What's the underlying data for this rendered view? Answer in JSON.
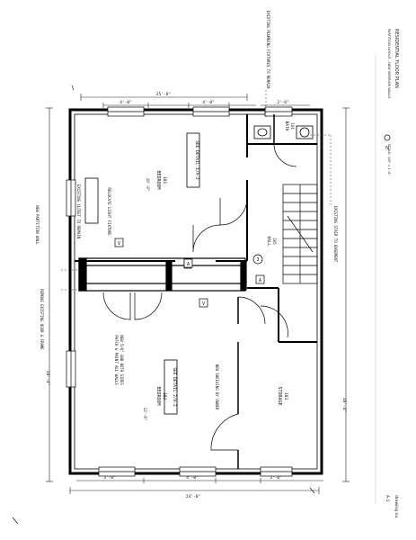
{
  "title_block": {
    "sheet_title": "RESIDENTIAL FLOOR PLAN",
    "project_line": "PARTITION LAYOUT - NEW INTERIOR WALLS",
    "scale_note": "SCALE: 1/8\" = 1'-0\"",
    "north_label": "N"
  },
  "rooms": [
    {
      "name": "BEDROOM",
      "number": "101"
    },
    {
      "name": "BEDROOM",
      "number": "102"
    },
    {
      "name": "STORAGE",
      "number": "103"
    },
    {
      "name": "BATH",
      "number": "104"
    },
    {
      "name": "HALL",
      "number": "105"
    }
  ],
  "notes": {
    "new_wall_note": "NEW PARTITION WALL",
    "existing_note": "EXISTING CLOSET TO REMAIN",
    "demo_note": "REMOVE EXISTING DOOR & FRAME",
    "bath_note": "EXISTING PLUMBING FIXTURES TO REMAIN",
    "stair_note": "EXISTING STAIR TO BASEMENT",
    "fixture_note": "RELOCATE LIGHT FIXTURE",
    "finish_a": "PATCH & PAINT ALL WALLS",
    "finish_b": "NEW 5/8\" GWB BOTH SIDES",
    "storage_note": "NEW SHELVING BY OWNER"
  },
  "boxed_notes": {
    "upper": "SEE DETAIL 1/A-2",
    "lower": "SEE DETAIL 2/A-2"
  },
  "tags": [
    "V",
    "A",
    "V",
    "A"
  ],
  "circle_tag": "3",
  "dims": {
    "top_overall": "25'-8\"",
    "top_a": "4'-0\"",
    "top_b": "4'-0\"",
    "top_c": "2'-6\"",
    "bottom_overall": "24'-0\"",
    "bottom_a": "3'-0\"",
    "bottom_b": "4'-0\"",
    "bottom_c": "3'-0\"",
    "left_overall": "28'-4\"",
    "right_overall": "28'-4\"",
    "room_dim_a": "10'-0\"",
    "room_dim_b": "12'-6\""
  },
  "footer": {
    "left_a": "drawing no.",
    "left_b": "A-1"
  }
}
